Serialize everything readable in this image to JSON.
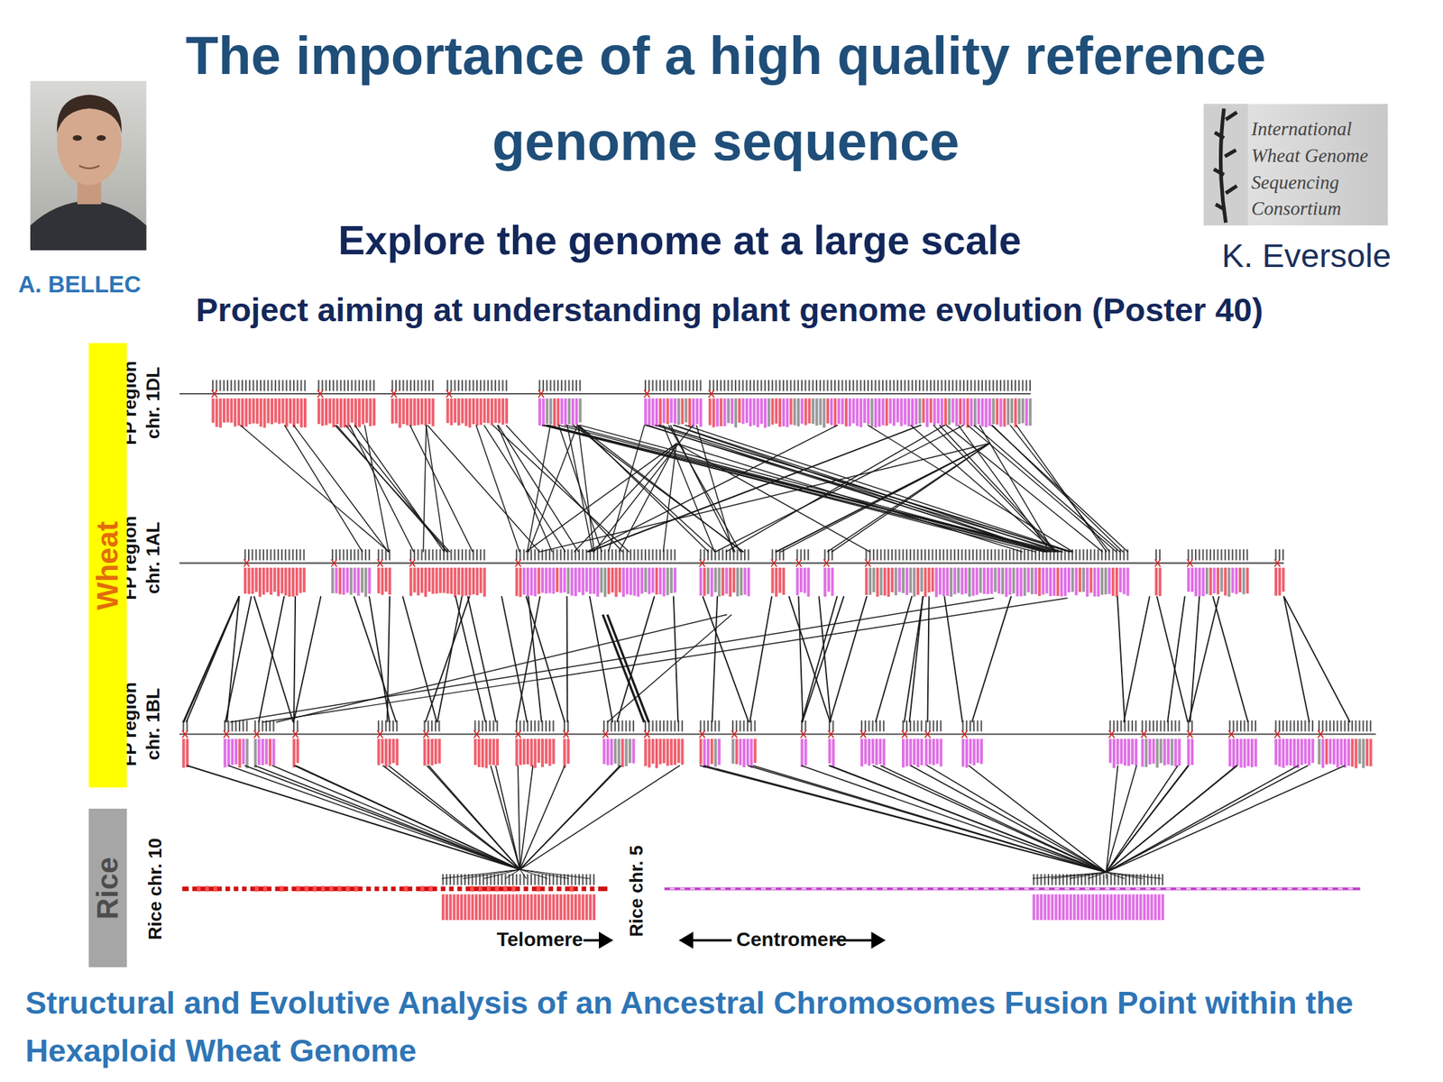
{
  "diagram": {
    "title": "The importance of a high quality reference genome sequence",
    "caption": "Structural and Evolutive Analysis of an Ancestral Chromosomes Fusion Point within the Hexaploid Wheat Genome",
    "nodes": [
      {
        "text": [
          "Wheat"
        ]
      },
      {
        "text": [
          "Rice"
        ]
      }
    ],
    "labels": [
      "A. BELLEC",
      "International Wheat Genome Sequencing Consortium",
      "K. Eversole",
      "Explore the genome at a large scale",
      "Project aiming at understanding plant genome evolution (Poster 40)",
      "FP region chr. 1DL",
      "FP region chr. 1AL",
      "FP region chr. 1BL",
      "Rice chr. 10",
      "Telomere",
      "Rice chr. 5",
      "Centromere"
    ]
  }
}
